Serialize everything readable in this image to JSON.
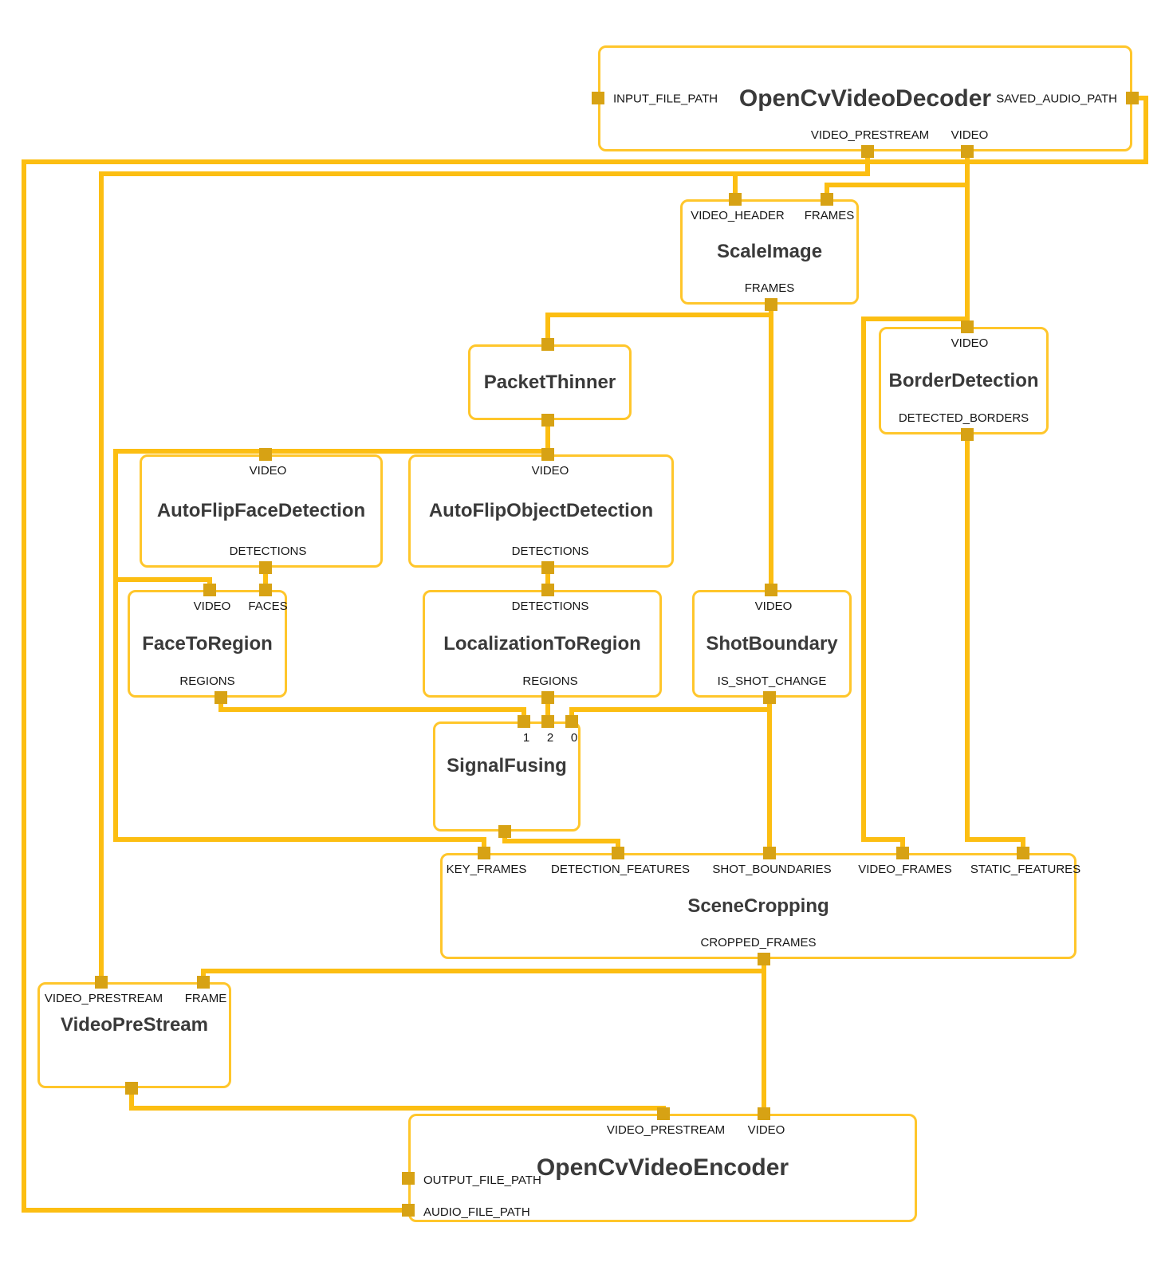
{
  "colors": {
    "edge": "#FCBE12",
    "port": "#D7A214",
    "node_border": "#FFC62B",
    "title_text": "#3A3A3A",
    "label_text": "#161616",
    "background": "#FFFFFF"
  },
  "nodes": [
    {
      "id": "opencv_video_decoder",
      "title": "OpenCvVideoDecoder",
      "ports": {
        "left": [
          "INPUT_FILE_PATH"
        ],
        "right": [
          "SAVED_AUDIO_PATH"
        ],
        "top": [],
        "bottom": [
          "VIDEO_PRESTREAM",
          "VIDEO"
        ]
      }
    },
    {
      "id": "scale_image",
      "title": "ScaleImage",
      "ports": {
        "left": [],
        "right": [],
        "top": [
          "VIDEO_HEADER",
          "FRAMES"
        ],
        "bottom": [
          "FRAMES"
        ]
      }
    },
    {
      "id": "packet_thinner",
      "title": "PacketThinner",
      "ports": {
        "left": [],
        "right": [],
        "top": [],
        "bottom": []
      }
    },
    {
      "id": "border_detection",
      "title": "BorderDetection",
      "ports": {
        "left": [],
        "right": [],
        "top": [
          "VIDEO"
        ],
        "bottom": [
          "DETECTED_BORDERS"
        ]
      }
    },
    {
      "id": "autoflip_face_detection",
      "title": "AutoFlipFaceDetection",
      "ports": {
        "left": [],
        "right": [],
        "top": [
          "VIDEO"
        ],
        "bottom": [
          "DETECTIONS"
        ]
      }
    },
    {
      "id": "autoflip_object_detection",
      "title": "AutoFlipObjectDetection",
      "ports": {
        "left": [],
        "right": [],
        "top": [
          "VIDEO"
        ],
        "bottom": [
          "DETECTIONS"
        ]
      }
    },
    {
      "id": "face_to_region",
      "title": "FaceToRegion",
      "ports": {
        "left": [],
        "right": [],
        "top": [
          "VIDEO",
          "FACES"
        ],
        "bottom": [
          "REGIONS"
        ]
      }
    },
    {
      "id": "localization_to_region",
      "title": "LocalizationToRegion",
      "ports": {
        "left": [],
        "right": [],
        "top": [
          "DETECTIONS"
        ],
        "bottom": [
          "REGIONS"
        ]
      }
    },
    {
      "id": "shot_boundary",
      "title": "ShotBoundary",
      "ports": {
        "left": [],
        "right": [],
        "top": [
          "VIDEO"
        ],
        "bottom": [
          "IS_SHOT_CHANGE"
        ]
      }
    },
    {
      "id": "signal_fusing",
      "title": "SignalFusing",
      "ports": {
        "left": [],
        "right": [],
        "top": [
          "1",
          "2",
          "0"
        ],
        "bottom": []
      }
    },
    {
      "id": "scene_cropping",
      "title": "SceneCropping",
      "ports": {
        "left": [],
        "right": [],
        "top": [
          "KEY_FRAMES",
          "DETECTION_FEATURES",
          "SHOT_BOUNDARIES",
          "VIDEO_FRAMES",
          "STATIC_FEATURES"
        ],
        "bottom": [
          "CROPPED_FRAMES"
        ]
      }
    },
    {
      "id": "video_pre_stream",
      "title": "VideoPreStream",
      "ports": {
        "left": [],
        "right": [],
        "top": [
          "VIDEO_PRESTREAM",
          "FRAME"
        ],
        "bottom": []
      }
    },
    {
      "id": "opencv_video_encoder",
      "title": "OpenCvVideoEncoder",
      "ports": {
        "left": [
          "OUTPUT_FILE_PATH",
          "AUDIO_FILE_PATH"
        ],
        "right": [],
        "top": [
          "VIDEO_PRESTREAM",
          "VIDEO"
        ],
        "bottom": []
      }
    }
  ],
  "connections": [
    {
      "from": "OpenCvVideoDecoder.SAVED_AUDIO_PATH",
      "to": "OpenCvVideoEncoder.AUDIO_FILE_PATH"
    },
    {
      "from": "OpenCvVideoDecoder.VIDEO_PRESTREAM",
      "to": "ScaleImage.VIDEO_HEADER"
    },
    {
      "from": "OpenCvVideoDecoder.VIDEO_PRESTREAM",
      "to": "VideoPreStream.VIDEO_PRESTREAM"
    },
    {
      "from": "OpenCvVideoDecoder.VIDEO",
      "to": "ScaleImage.FRAMES"
    },
    {
      "from": "OpenCvVideoDecoder.VIDEO",
      "to": "BorderDetection.VIDEO"
    },
    {
      "from": "OpenCvVideoDecoder.VIDEO",
      "to": "SceneCropping.VIDEO_FRAMES"
    },
    {
      "from": "ScaleImage.FRAMES",
      "to": "PacketThinner.in"
    },
    {
      "from": "ScaleImage.FRAMES",
      "to": "ShotBoundary.VIDEO"
    },
    {
      "from": "PacketThinner.out",
      "to": "AutoFlipFaceDetection.VIDEO"
    },
    {
      "from": "PacketThinner.out",
      "to": "AutoFlipObjectDetection.VIDEO"
    },
    {
      "from": "PacketThinner.out",
      "to": "FaceToRegion.VIDEO"
    },
    {
      "from": "PacketThinner.out",
      "to": "SceneCropping.KEY_FRAMES"
    },
    {
      "from": "AutoFlipFaceDetection.DETECTIONS",
      "to": "FaceToRegion.FACES"
    },
    {
      "from": "AutoFlipObjectDetection.DETECTIONS",
      "to": "LocalizationToRegion.DETECTIONS"
    },
    {
      "from": "FaceToRegion.REGIONS",
      "to": "SignalFusing.1"
    },
    {
      "from": "LocalizationToRegion.REGIONS",
      "to": "SignalFusing.2"
    },
    {
      "from": "ShotBoundary.IS_SHOT_CHANGE",
      "to": "SignalFusing.0"
    },
    {
      "from": "ShotBoundary.IS_SHOT_CHANGE",
      "to": "SceneCropping.SHOT_BOUNDARIES"
    },
    {
      "from": "SignalFusing.out",
      "to": "SceneCropping.DETECTION_FEATURES"
    },
    {
      "from": "BorderDetection.DETECTED_BORDERS",
      "to": "SceneCropping.STATIC_FEATURES"
    },
    {
      "from": "SceneCropping.CROPPED_FRAMES",
      "to": "VideoPreStream.FRAME"
    },
    {
      "from": "SceneCropping.CROPPED_FRAMES",
      "to": "OpenCvVideoEncoder.VIDEO"
    },
    {
      "from": "VideoPreStream.out",
      "to": "OpenCvVideoEncoder.VIDEO_PRESTREAM"
    }
  ]
}
